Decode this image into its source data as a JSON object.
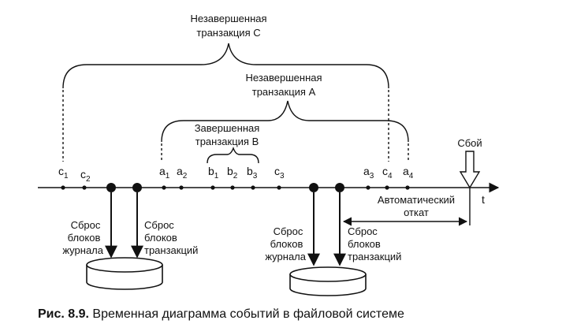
{
  "transactions": {
    "c_line1": "Незавершенная",
    "c_line2": "транзакция C",
    "a_line1": "Незавершенная",
    "a_line2": "транзакция A",
    "b_line1": "Завершенная",
    "b_line2": "транзакция B"
  },
  "events": [
    {
      "base": "c",
      "sub": "1"
    },
    {
      "base": "c",
      "sub": "2"
    },
    {
      "base": "a",
      "sub": "1"
    },
    {
      "base": "a",
      "sub": "2"
    },
    {
      "base": "b",
      "sub": "1"
    },
    {
      "base": "b",
      "sub": "2"
    },
    {
      "base": "b",
      "sub": "3"
    },
    {
      "base": "c",
      "sub": "3"
    },
    {
      "base": "a",
      "sub": "3"
    },
    {
      "base": "c",
      "sub": "4"
    },
    {
      "base": "a",
      "sub": "4"
    }
  ],
  "failure": "Сбой",
  "axis_label": "t",
  "rollback": {
    "line1": "Автоматический",
    "line2": "откат"
  },
  "flush_left": {
    "journal": [
      "Сброс",
      "блоков",
      "журнала"
    ],
    "transactions": [
      "Сброс",
      "блоков",
      "транзакций"
    ]
  },
  "flush_right": {
    "journal": [
      "Сброс",
      "блоков",
      "журнала"
    ],
    "transactions": [
      "Сброс",
      "блоков",
      "транзакций"
    ]
  },
  "caption": {
    "prefix": "Рис. 8.9.",
    "text": " Временная диаграмма событий в файловой системе"
  }
}
